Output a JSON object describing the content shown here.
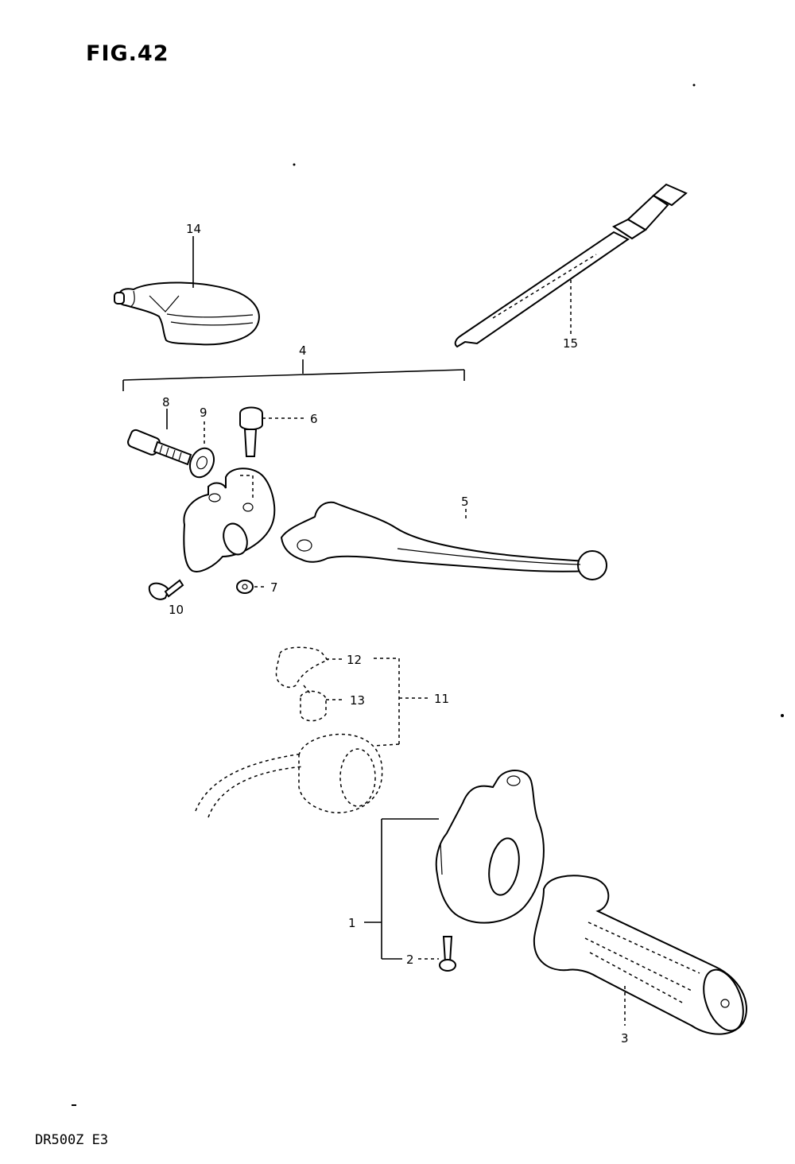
{
  "figure": {
    "title": "FIG.42",
    "model_code": "DR500Z E3"
  },
  "callouts": {
    "c1": "1",
    "c2": "2",
    "c3": "3",
    "c4": "4",
    "c5": "5",
    "c6": "6",
    "c7": "7",
    "c8": "8",
    "c9": "9",
    "c10": "10",
    "c11": "11",
    "c12": "12",
    "c13": "13",
    "c14": "14",
    "c15": "15"
  }
}
